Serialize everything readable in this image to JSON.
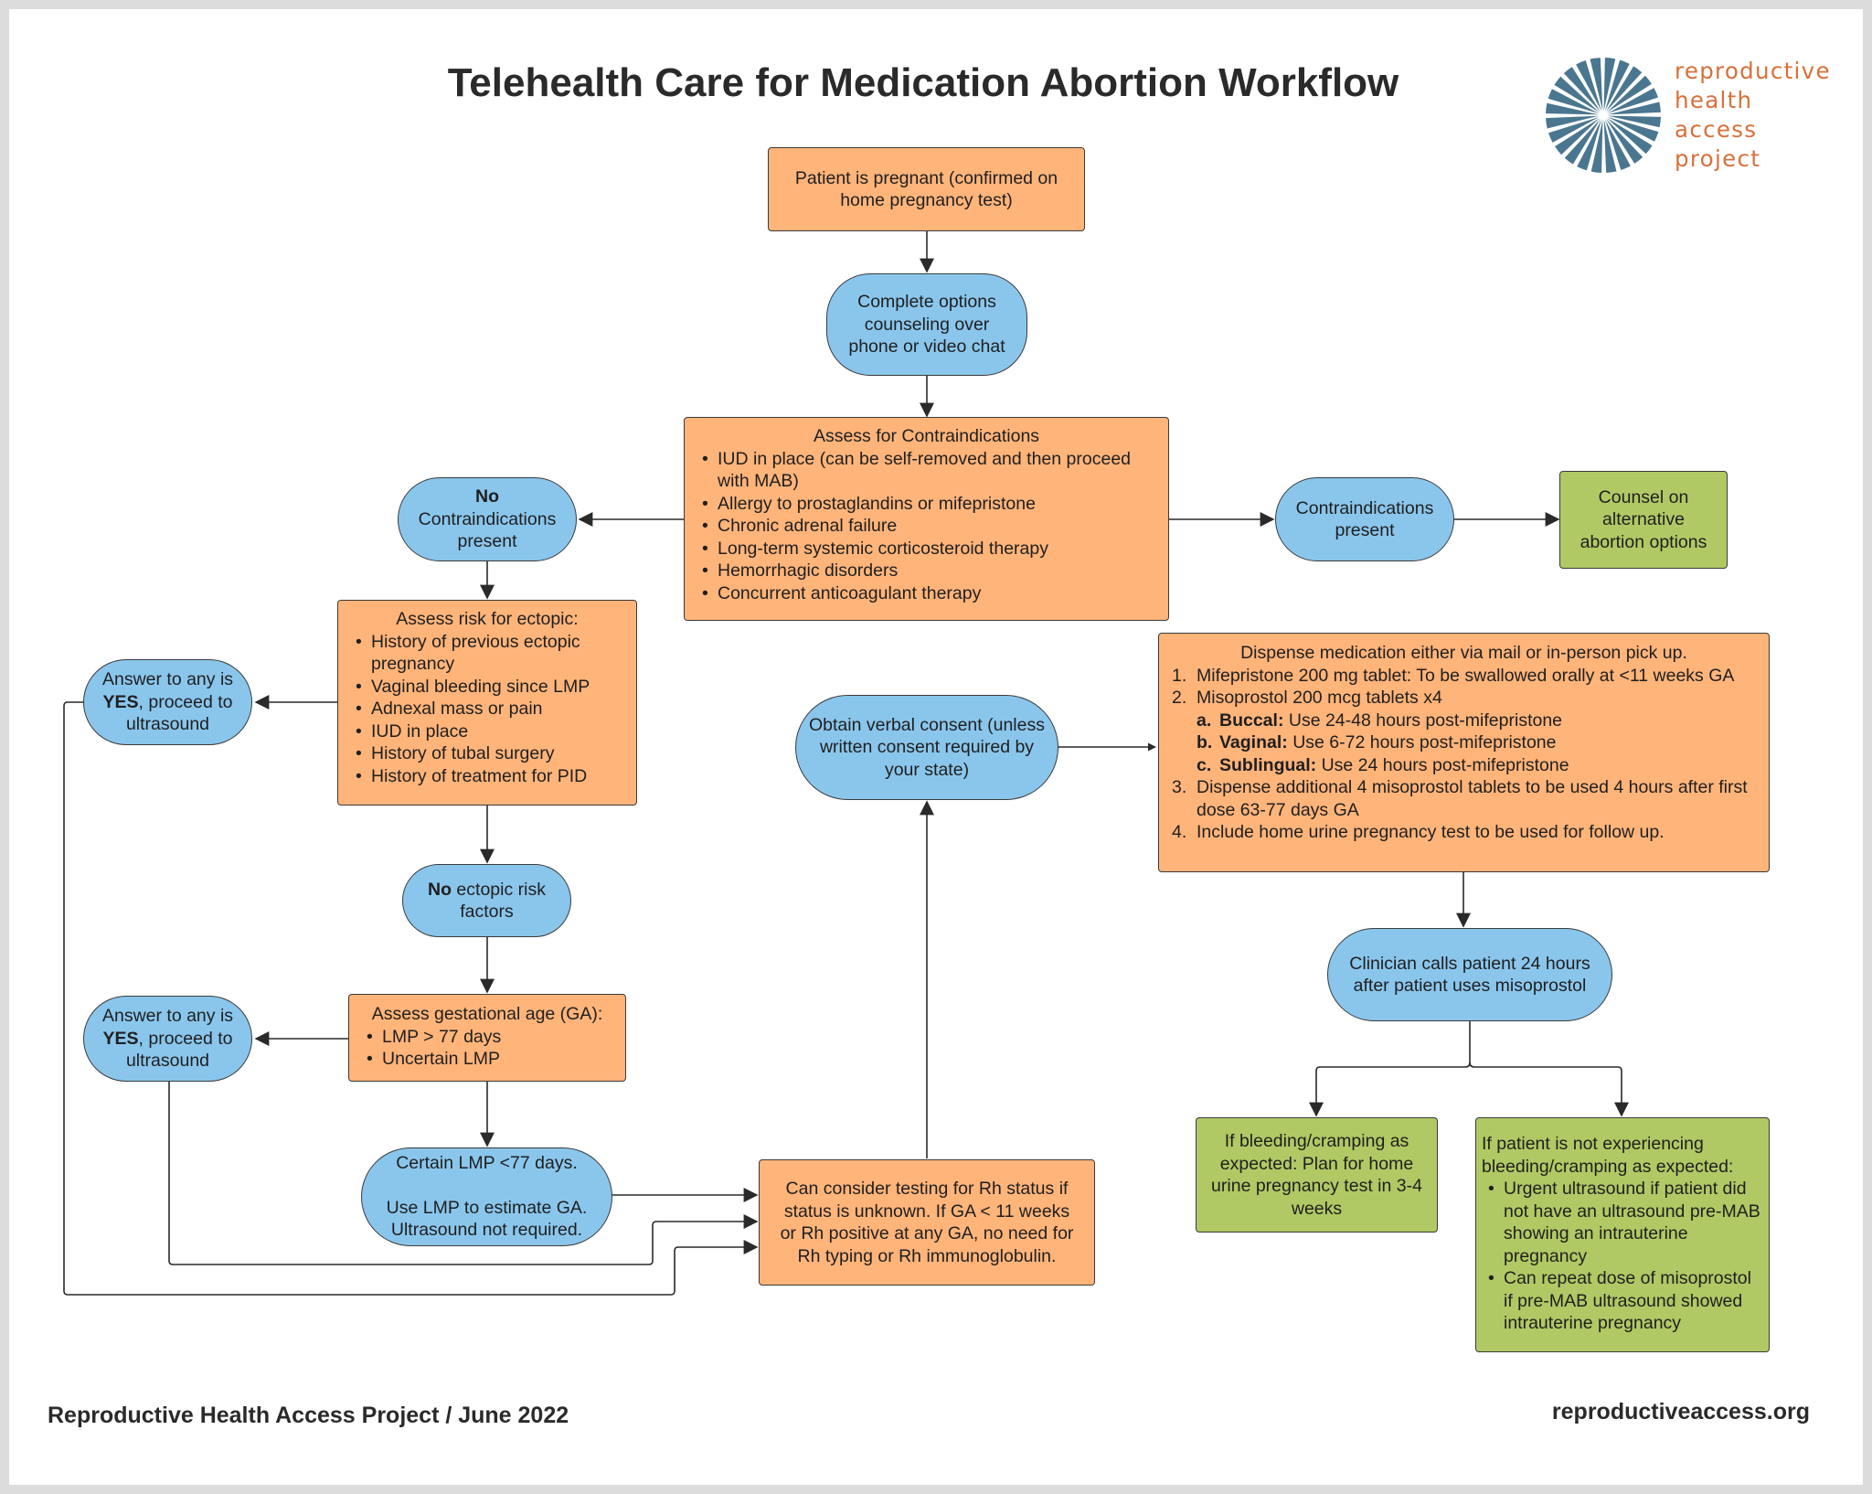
{
  "title": "Telehealth Care for Medication Abortion Workflow",
  "logo": {
    "lines": [
      "reproductive",
      "health",
      "access",
      "project"
    ],
    "color": "#d8703a",
    "mark_color": "#4a7690"
  },
  "colors": {
    "orange": "#ffb47a",
    "blue": "#8ac6ec",
    "green": "#b0c964"
  },
  "nodes": {
    "pregnant": "Patient is pregnant (confirmed on home pregnancy test)",
    "counseling": "Complete options counseling over phone or video chat",
    "contra": {
      "title": "Assess for Contraindications",
      "items": [
        "IUD in place (can be self-removed and then proceed with MAB)",
        "Allergy to prostaglandins or mifepristone",
        "Chronic adrenal failure",
        "Long-term systemic corticosteroid therapy",
        "Hemorrhagic disorders",
        "Concurrent anticoagulant therapy"
      ]
    },
    "no_contra": {
      "bold": "No",
      "rest": "Contraindications present"
    },
    "contra_present": "Contraindications present",
    "counsel_alt": "Counsel on alternative abortion options",
    "ectopic": {
      "title": "Assess risk for ectopic:",
      "items": [
        "History of previous ectopic pregnancy",
        "Vaginal bleeding since LMP",
        "Adnexal mass or pain",
        "IUD in place",
        "History of tubal surgery",
        "History of treatment for PID"
      ]
    },
    "yes1": {
      "pre": "Answer to any is",
      "bold": "YES",
      "post": ", proceed to ultrasound"
    },
    "no_ectopic": {
      "bold": "No",
      "rest": " ectopic risk factors"
    },
    "ga": {
      "title": "Assess gestational age (GA):",
      "items": [
        "LMP > 77 days",
        "Uncertain LMP"
      ]
    },
    "yes2": {
      "pre": "Answer to any is",
      "bold": "YES",
      "post": ", proceed to ultrasound"
    },
    "certain": {
      "line1": "Certain LMP <77 days.",
      "line2": "Use LMP to estimate GA. Ultrasound not required."
    },
    "rh": "Can consider testing for Rh status if status is unknown. If GA < 11 weeks or Rh positive at any GA, no need for Rh typing or Rh immunoglobulin.",
    "consent": "Obtain verbal consent (unless written consent required by your state)",
    "dispense": {
      "title": "Dispense medication either via mail or in-person pick up.",
      "items": [
        {
          "num": "1.",
          "text": "Mifepristone 200 mg tablet: To be swallowed orally at <11 weeks GA"
        },
        {
          "num": "2.",
          "text": "Misoprostol 200 mcg tablets x4"
        },
        {
          "num": "3.",
          "text": "Dispense additional 4 misoprostol tablets to be used 4 hours after first dose 63-77 days GA"
        },
        {
          "num": "4.",
          "text": "Include home urine pregnancy test to be used for follow up."
        }
      ],
      "sub": [
        {
          "letter": "a.",
          "bold": "Buccal:",
          "text": " Use 24-48 hours post-mifepristone"
        },
        {
          "letter": "b.",
          "bold": "Vaginal:",
          "text": " Use 6-72 hours post-mifepristone"
        },
        {
          "letter": "c.",
          "bold": "Sublingual:",
          "text": " Use 24 hours post-mifepristone"
        }
      ]
    },
    "clinician": "Clinician calls patient 24 hours after patient uses misoprostol",
    "bleeding_yes": "If bleeding/cramping as expected: Plan for home urine pregnancy test in 3-4 weeks",
    "bleeding_no": {
      "title": "If patient is not experiencing bleeding/cramping as expected:",
      "items": [
        "Urgent ultrasound if patient did not have an ultrasound pre-MAB showing an intrauterine pregnancy",
        "Can repeat dose of misoprostol if pre-MAB ultrasound showed intrauterine pregnancy"
      ]
    }
  },
  "footer": {
    "left": "Reproductive Health Access Project / June 2022",
    "right": "reproductiveaccess.org"
  }
}
